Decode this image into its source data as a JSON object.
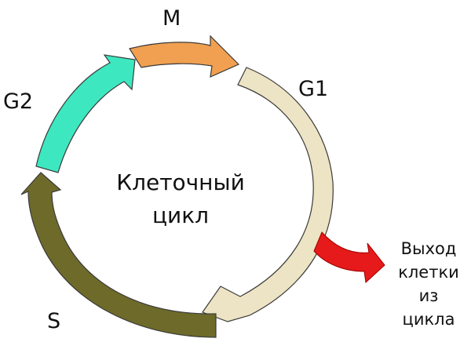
{
  "cycle": {
    "center_line1": "Клеточный",
    "center_line2": "цикл"
  },
  "phases": {
    "m": "M",
    "g1": "G1",
    "g2": "G2",
    "s": "S"
  },
  "exit": {
    "line1": "Выход",
    "line2": "клетки",
    "line3": "из",
    "line4": "цикла"
  },
  "colors": {
    "m": "#f0a050",
    "g1": "#ece4c4",
    "s": "#6e6a2a",
    "g2": "#3de8c0",
    "exit": "#e61a1a"
  }
}
